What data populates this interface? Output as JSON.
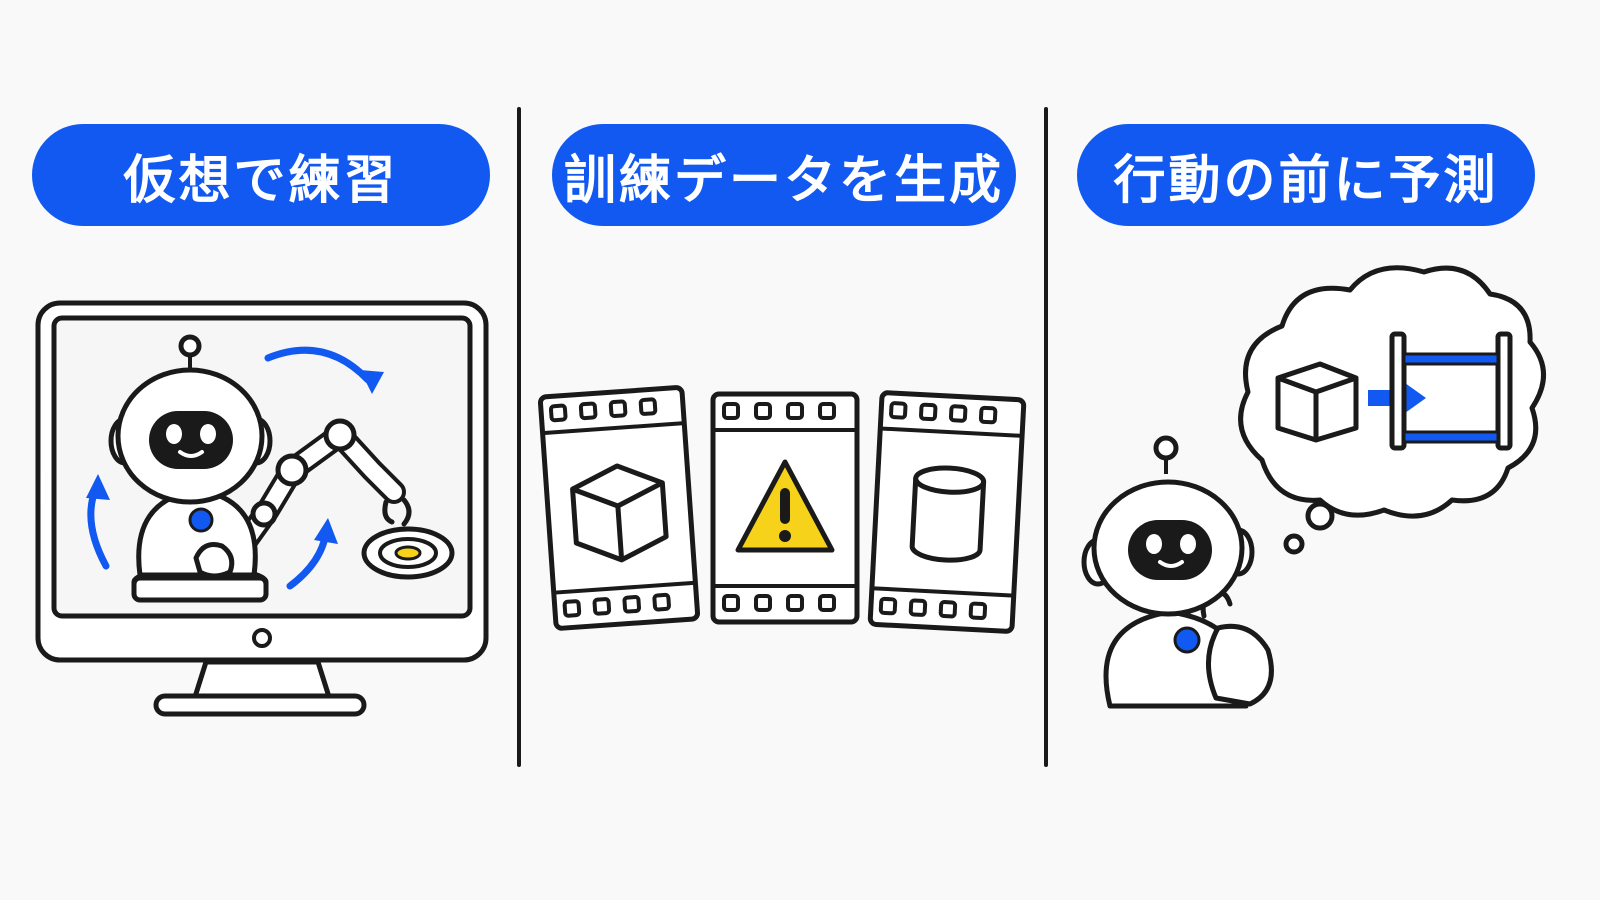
{
  "colors": {
    "accent": "#1159f0",
    "ink": "#1a1a1a",
    "warning": "#f7d21b",
    "background": "#f9f9f9"
  },
  "panels": [
    {
      "id": "practice",
      "title": "仮想で練習",
      "icons": [
        "monitor-icon",
        "robot-icon",
        "robot-arm-icon",
        "target-icon",
        "cycle-arrows-icon"
      ]
    },
    {
      "id": "generate",
      "title": "訓練データを生成",
      "icons": [
        "film-frame-icon",
        "cube-icon",
        "warning-icon",
        "cylinder-icon"
      ]
    },
    {
      "id": "predict",
      "title": "行動の前に予測",
      "icons": [
        "thought-cloud-icon",
        "cube-icon",
        "arrow-right-icon",
        "shelf-icon",
        "robot-icon"
      ]
    }
  ]
}
